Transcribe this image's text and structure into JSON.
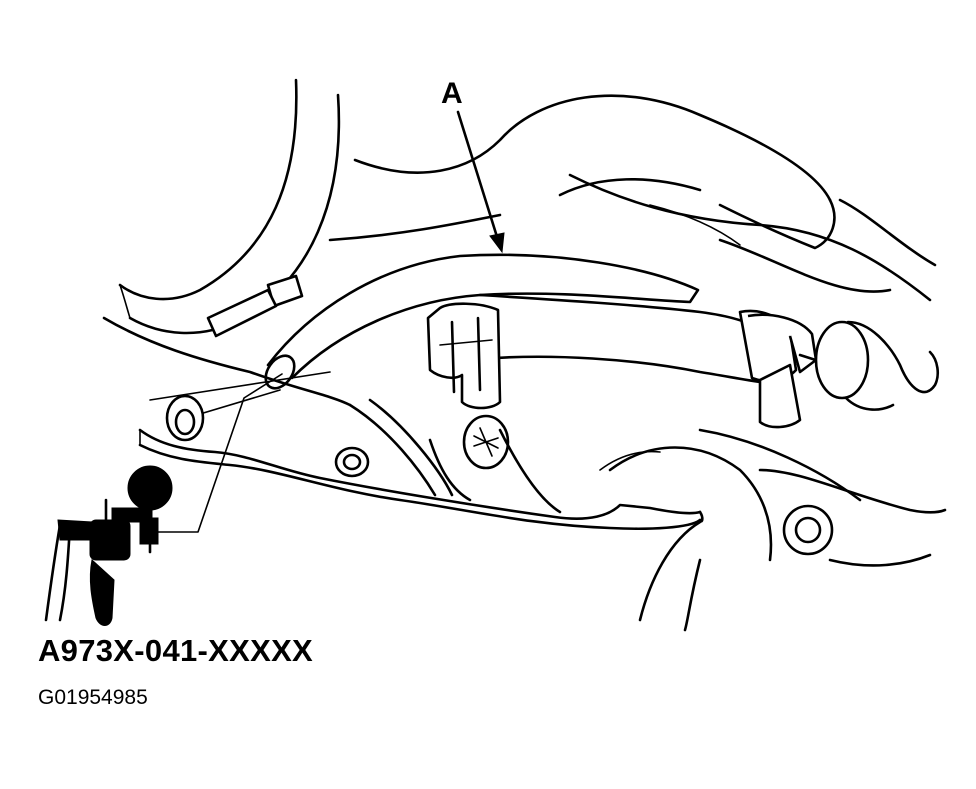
{
  "diagram": {
    "callout_label": "A",
    "tool_number": "A973X-041-XXXXX",
    "figure_id": "G01954985"
  },
  "colors": {
    "ink": "#000000",
    "paper": "#ffffff"
  },
  "icons": [
    "vacuum-pump-tester-icon",
    "hose-clamp-icon",
    "bolt-icon",
    "pointer-arrow-icon"
  ]
}
